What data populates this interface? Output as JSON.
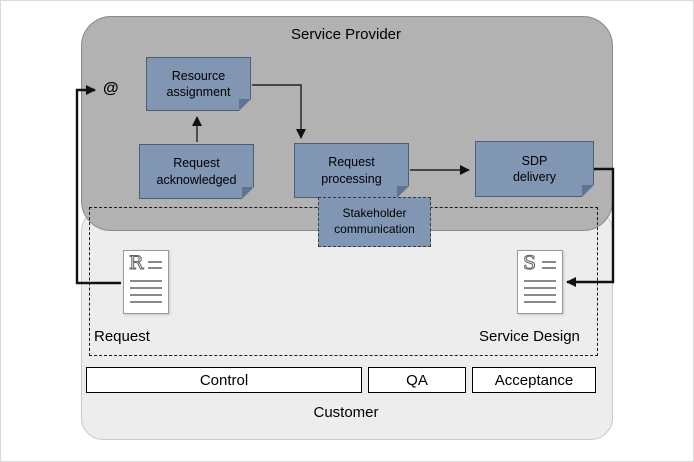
{
  "provider": {
    "title": "Service Provider",
    "entry_symbol": "@"
  },
  "customer": {
    "title": "Customer"
  },
  "nodes": {
    "resource_assignment": "Resource\nassignment",
    "request_acknowledged": "Request\nacknowledged",
    "request_processing": "Request\nprocessing",
    "stakeholder_communication": "Stakeholder\ncommunication",
    "sdp_delivery": "SDP\ndelivery"
  },
  "documents": {
    "request": {
      "letter": "R",
      "label": "Request"
    },
    "service_design": {
      "letter": "S",
      "label": "Service Design"
    }
  },
  "phases": {
    "control": "Control",
    "qa": "QA",
    "acceptance": "Acceptance"
  },
  "colors": {
    "node_fill": "#8096b3",
    "node_border": "#4d5d75",
    "provider_fill": "#b2b2b2",
    "customer_fill": "#ededed",
    "arrow": "#111111"
  }
}
